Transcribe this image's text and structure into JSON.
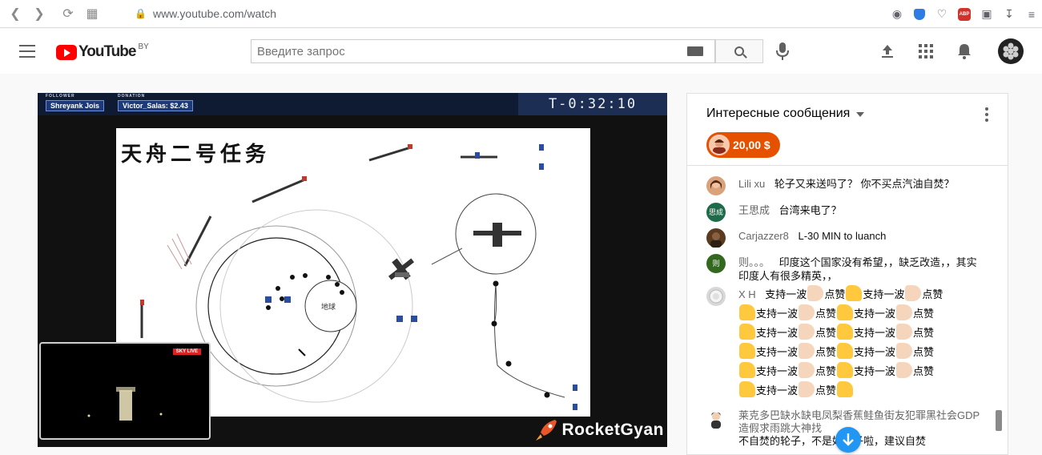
{
  "browser": {
    "url": "www.youtube.com/watch"
  },
  "header": {
    "logo_text": "YouTube",
    "logo_country": "BY",
    "search_placeholder": "Введите запрос"
  },
  "player": {
    "follower_label": "FOLLOWER",
    "follower_name": "Shreyank Jois",
    "donation_label": "DONATION",
    "donation_value": "Victor_Salas: $2.43",
    "countdown": "T-0:32:10",
    "slide_title": "天舟二号任务",
    "pip_tag": "SKY LIVE",
    "watermark": "RocketGyan"
  },
  "chat": {
    "title": "Интересные сообщения",
    "super_chat_amount": "20,00 $",
    "messages": [
      {
        "author": "Lili xu",
        "text": "轮子又来送吗了？ 你不买点汽油自焚？",
        "avatar_color": "#d9a27a"
      },
      {
        "author": "王思成",
        "text": "台湾来电了？",
        "avatar_initial": "思成",
        "avatar_color": "#1e6b4a"
      },
      {
        "author": "Carjazzer8",
        "text": "L-30 MIN to luanch",
        "avatar_color": "#5a3b1f"
      },
      {
        "author": "则。。。",
        "text": "印度这个国家没有希望，，缺乏改造，，其实印度人有很多精英，，",
        "avatar_initial": "则",
        "avatar_color": "#33691e"
      },
      {
        "author": "X H",
        "text_unit": "支持一波",
        "text_unit2": "点赞",
        "avatar_color": "#d8d8d8"
      },
      {
        "author": "莱克多巴缺水缺电凤梨香蕉鲑鱼街友犯罪黑社会GDP造假求雨跳大神找",
        "text": "不自焚的轮子，不是好轮子啦，建议自焚",
        "avatar_color": "#3c3c3c"
      }
    ]
  }
}
